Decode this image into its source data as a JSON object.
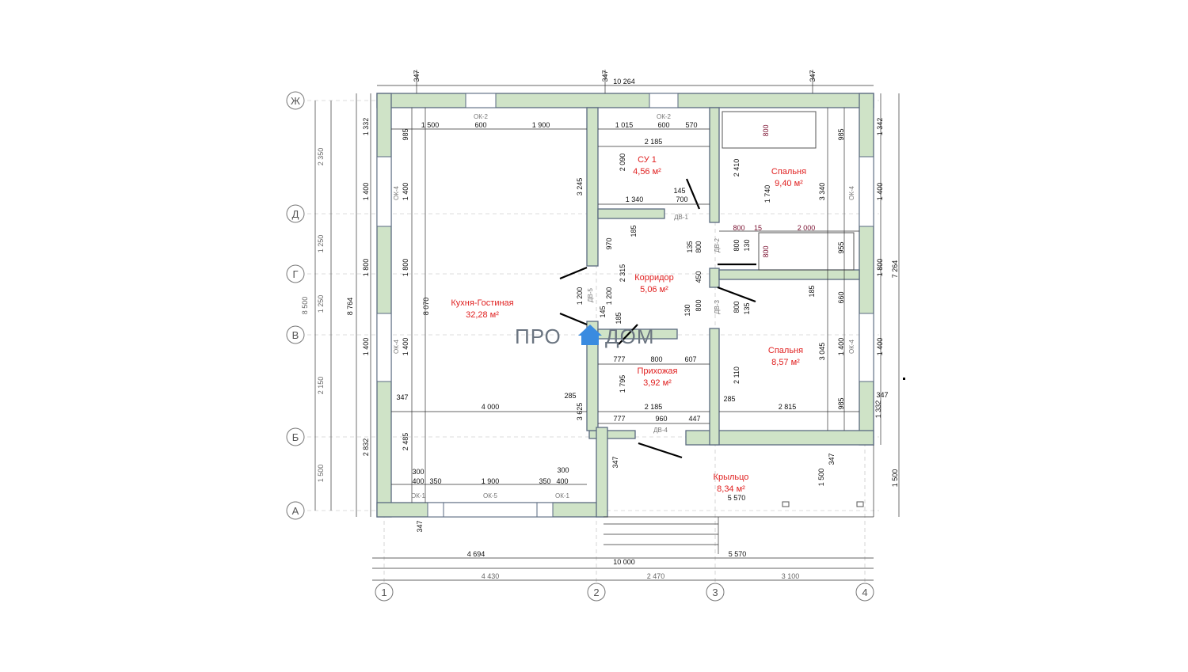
{
  "axes": {
    "rows": [
      "Ж",
      "Д",
      "Г",
      "В",
      "Б",
      "А"
    ],
    "cols": [
      "1",
      "2",
      "3",
      "4"
    ]
  },
  "rooms": [
    {
      "name": "Кухня-Гостиная",
      "area": "32,28 м²"
    },
    {
      "name": "СУ 1",
      "area": "4,56 м²"
    },
    {
      "name": "Спальня",
      "area": "9,40 м²"
    },
    {
      "name": "Корридор",
      "area": "5,06 м²"
    },
    {
      "name": "Спальня",
      "area": "8,57 м²"
    },
    {
      "name": "Прихожая",
      "area": "3,92 м²"
    },
    {
      "name": "Крыльцо",
      "area": "8,34 м²"
    }
  ],
  "openings": {
    "ok2a": "ОК-2",
    "ok2b": "ОК-2",
    "ok4a": "ОК-4",
    "ok4b": "ОК-4",
    "ok4c": "ОК-4",
    "ok4d": "ОК-4",
    "ok1a": "ОК-1",
    "ok5": "ОК-5",
    "ok1b": "ОК-1",
    "dv1": "ДВ-1",
    "dv2": "ДВ-2",
    "dv3": "ДВ-3",
    "dv4": "ДВ-4",
    "dv5": "ДВ-5"
  },
  "logo": {
    "left": "ПРО",
    "right": "ДОМ"
  },
  "dims": {
    "top_total": "10 264",
    "top_347a": "347",
    "top_347b": "347",
    "top_347c": "347",
    "t1500": "1 500",
    "t600a": "600",
    "t1900": "1 900",
    "t1015": "1 015",
    "t600b": "600",
    "t570": "570",
    "t2185a": "2 185",
    "t2090": "2 090",
    "t3245": "3 245",
    "t1340": "1 340",
    "t145a": "145",
    "t700": "700",
    "t2410": "2 410",
    "t1740": "1 740",
    "t3340": "3 340",
    "t985a": "985",
    "t800a": "800",
    "t800b": "800",
    "t15": "15",
    "t2000": "2 000",
    "t800c": "800",
    "t135a": "135",
    "t800d": "800",
    "t130a": "130",
    "t800e": "800",
    "t955": "955",
    "t970": "970",
    "t185a": "185",
    "t2315": "2 315",
    "t1200a": "1 200",
    "t1200b": "1 200",
    "t145b": "145",
    "t185b": "185",
    "t450": "450",
    "t130b": "130",
    "t800f": "800",
    "t800g": "800",
    "t135b": "135",
    "t185c": "185",
    "t660": "660",
    "t777a": "777",
    "t800h": "800",
    "t607": "607",
    "t1795": "1 795",
    "t2185b": "2 185",
    "t2110": "2 110",
    "t3045": "3 045",
    "t1400g": "1 400",
    "t347d": "347",
    "t285a": "285",
    "t4000": "4 000",
    "t3625": "3 625",
    "t285b": "285",
    "t2815": "2 815",
    "t985b": "985",
    "t347e": "347",
    "t1332r": "1 332",
    "t777b": "777",
    "t960": "960",
    "t447": "447",
    "t2485": "2 485",
    "t300a": "300",
    "t400a": "400",
    "t350a": "350",
    "t1900b": "1 900",
    "t350b": "350",
    "t400b": "400",
    "t300b": "300",
    "t347f": "347",
    "t1500p": "1 500",
    "t347g": "347",
    "t5570a": "5 570",
    "t985c": "985",
    "t8070": "8 070",
    "l1332": "1 332",
    "l1400a": "1 400",
    "l1400b": "1 400",
    "l1800a": "1 800",
    "l1800b": "1 800",
    "l1400c": "1 400",
    "l1400d": "1 400",
    "l2832": "2 832",
    "l8764": "8 764",
    "l2350": "2 350",
    "l1250a": "1 250",
    "l1250b": "1 250",
    "l8500": "8 500",
    "l2150": "2 150",
    "l1500": "1 500",
    "r1342": "1 342",
    "r1400a": "1 400",
    "r1800": "1 800",
    "r1400b": "1 400",
    "r1332": "1 332",
    "r7264": "7 264",
    "r1500": "1 500",
    "b347": "347",
    "b4694": "4 694",
    "b10000": "10 000",
    "b5570": "5 570",
    "b4430": "4 430",
    "b2470": "2 470",
    "b3100": "3 100"
  }
}
